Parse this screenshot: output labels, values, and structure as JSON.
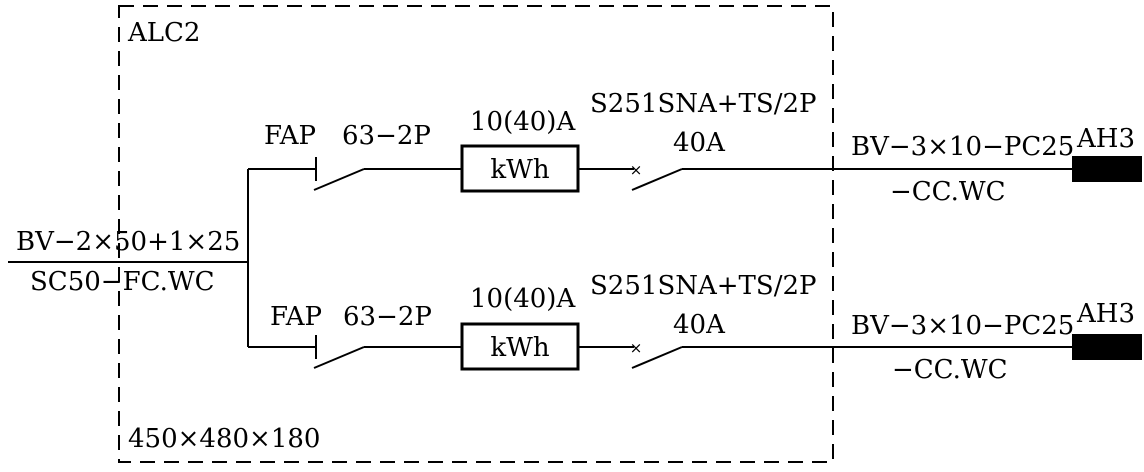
{
  "panel": {
    "name": "ALC2",
    "dimensions": "450×480×180"
  },
  "incoming": {
    "cable": "BV−2×50+1×25",
    "conduit": "SC50−FC.WC"
  },
  "circuits": [
    {
      "switch_type": "FAP",
      "switch_rating": "63−2P",
      "meter_rating": "10(40)A",
      "meter_label": "kWh",
      "breaker_model": "S251SNA+TS/2P",
      "breaker_rating": "40A",
      "cable": "BV−3×10−PC25",
      "conduit": "−CC.WC",
      "destination": "AH3"
    },
    {
      "switch_type": "FAP",
      "switch_rating": "63−2P",
      "meter_rating": "10(40)A",
      "meter_label": "kWh",
      "breaker_model": "S251SNA+TS/2P",
      "breaker_rating": "40A",
      "cable": "BV−3×10−PC25",
      "conduit": "−CC.WC",
      "destination": "AH3"
    }
  ]
}
